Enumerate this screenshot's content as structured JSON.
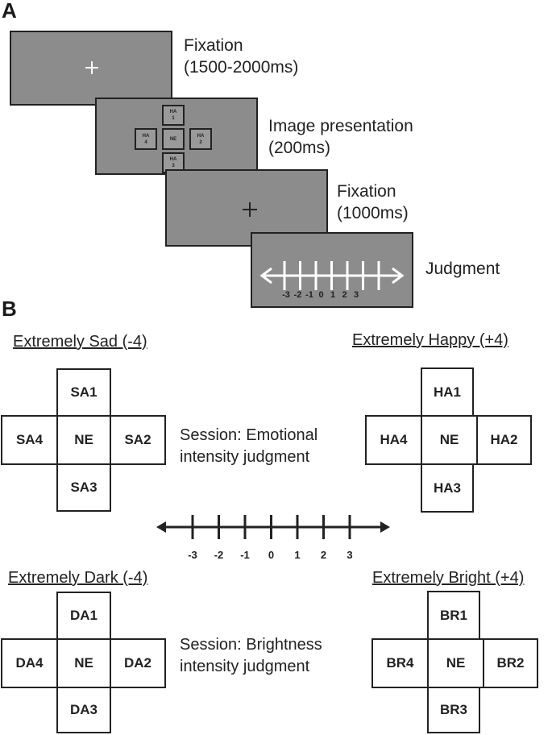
{
  "panel_a": {
    "letter": "A",
    "steps": [
      {
        "caption": "Fixation\n(1500-2000ms)"
      },
      {
        "caption": "Image presentation\n(200ms)",
        "faces": {
          "top": "HA\n1",
          "right": "HA\n2",
          "bottom": "HA\n3",
          "left": "HA\n4",
          "center": "NE"
        }
      },
      {
        "caption": "Fixation\n(1000ms)"
      },
      {
        "caption": "Judgment",
        "scale_labels": [
          "-3",
          "-2",
          "-1",
          "0",
          "1",
          "2",
          "3"
        ]
      }
    ]
  },
  "panel_b": {
    "letter": "B",
    "emotional": {
      "left_heading": "Extremely Sad (-4)",
      "right_heading": "Extremely Happy (+4)",
      "session": "Session: Emotional\nintensity judgment",
      "left_faces": {
        "top": "SA1",
        "right": "SA2",
        "bottom": "SA3",
        "left": "SA4",
        "center": "NE"
      },
      "right_faces": {
        "top": "HA1",
        "right": "HA2",
        "bottom": "HA3",
        "left": "HA4",
        "center": "NE"
      }
    },
    "scale_labels": [
      "-3",
      "-2",
      "-1",
      "0",
      "1",
      "2",
      "3"
    ],
    "brightness": {
      "left_heading": "Extremely Dark (-4)",
      "right_heading": "Extremely Bright (+4)",
      "session": "Session: Brightness\nintensity judgment",
      "left_faces": {
        "top": "DA1",
        "right": "DA2",
        "bottom": "DA3",
        "left": "DA4",
        "center": "NE"
      },
      "right_faces": {
        "top": "BR1",
        "right": "BR2",
        "bottom": "BR3",
        "left": "BR4",
        "center": "NE"
      }
    }
  }
}
